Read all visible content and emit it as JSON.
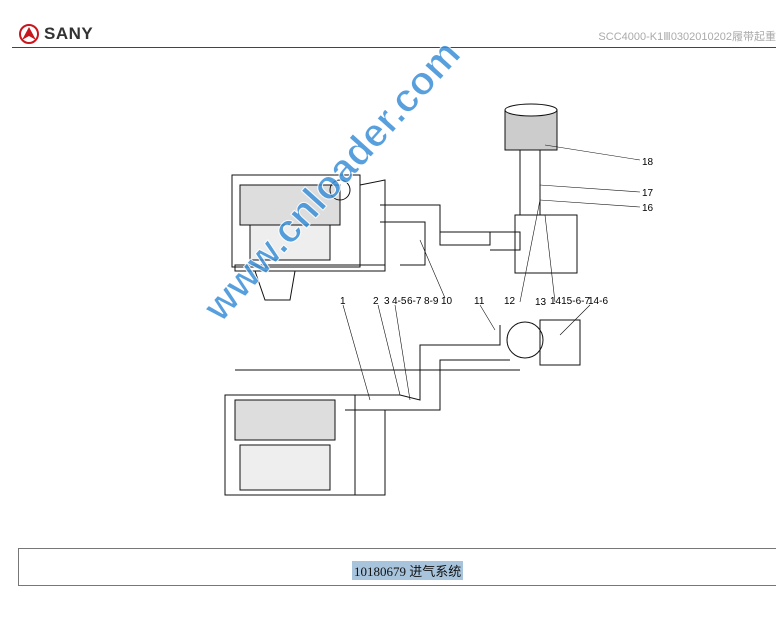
{
  "header": {
    "brand": "SANY",
    "doc_id": "SCC4000-K1Ⅲ0302010202履带起重"
  },
  "callouts": {
    "c18": "18",
    "c17": "17",
    "c16": "16",
    "c1": "1",
    "c2": "2",
    "c3": "3",
    "c45": "4-5",
    "c67": "6-7",
    "c89": "8-9",
    "c10": "10",
    "c11": "11",
    "c12": "12",
    "c13": "13",
    "c14": "1415-6-7",
    "c146": "14-6"
  },
  "caption": "10180679  进气系统",
  "watermark": "www.cnloader.com"
}
